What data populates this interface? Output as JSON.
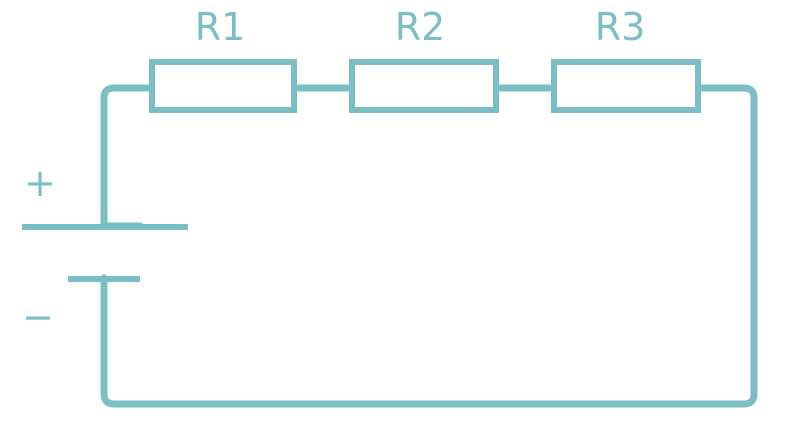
{
  "colors": {
    "stroke": "#7bbfc6",
    "text": "#7bbfc6",
    "background": "#ffffff"
  },
  "battery": {
    "positive_sign": "+",
    "negative_sign": "−"
  },
  "resistors": [
    {
      "label": "R1"
    },
    {
      "label": "R2"
    },
    {
      "label": "R3"
    }
  ]
}
